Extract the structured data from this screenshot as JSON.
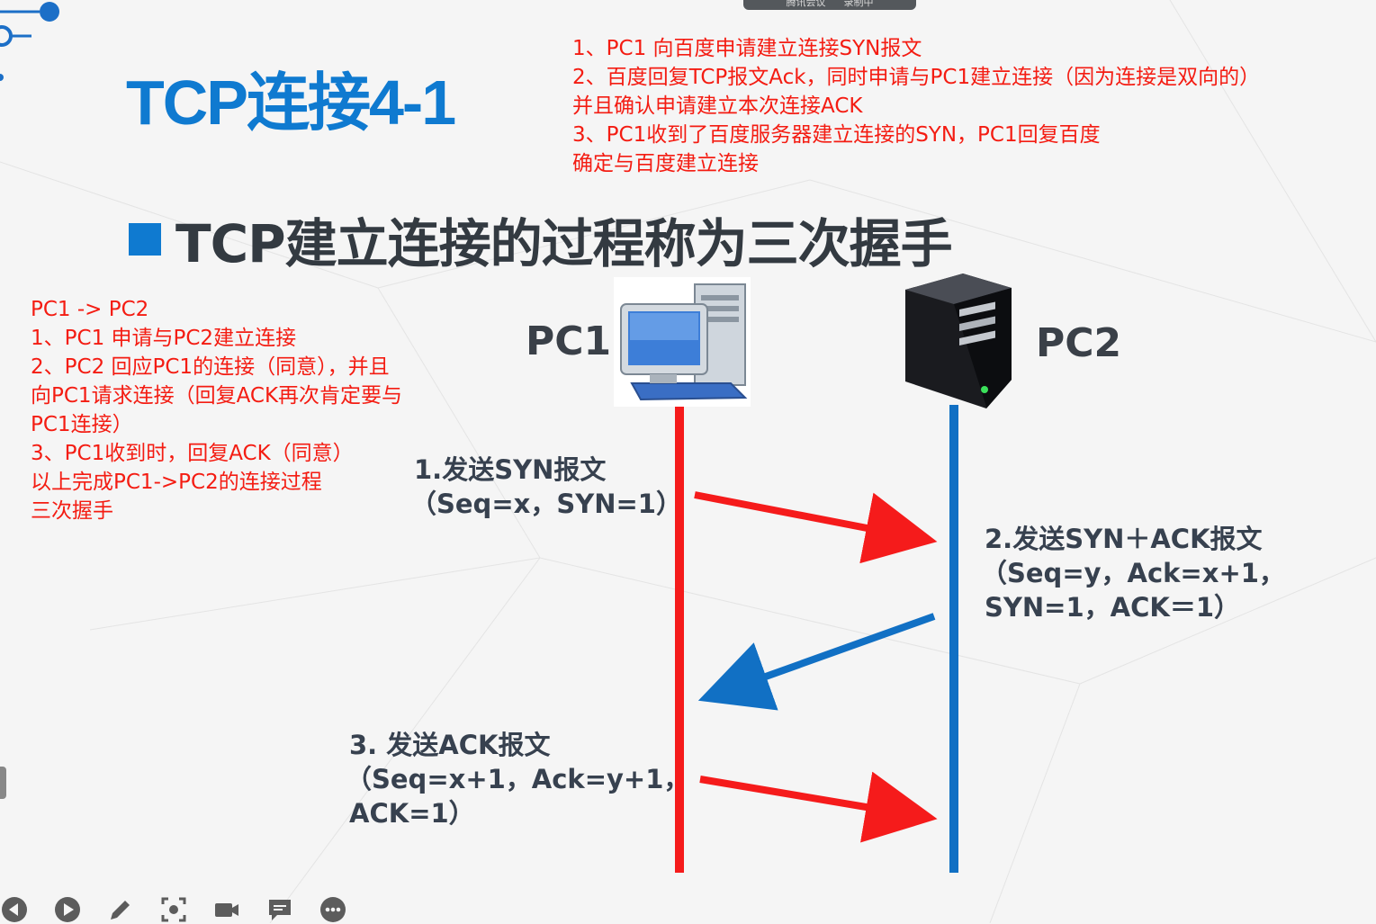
{
  "slide": {
    "title": "TCP连接4-1",
    "bullet": "TCP建立连接的过程称为三次握手"
  },
  "notes_top": [
    "1、PC1 向百度申请建立连接SYN报文",
    "2、百度回复TCP报文Ack，同时申请与PC1建立连接（因为连接是双向的）",
    "并且确认申请建立本次连接ACK",
    "3、PC1收到了百度服务器建立连接的SYN，PC1回复百度",
    "确定与百度建立连接"
  ],
  "notes_left": [
    "PC1 -> PC2",
    "1、PC1 申请与PC2建立连接",
    "2、PC2 回应PC1的连接（同意），并且",
    "向PC1请求连接（回复ACK再次肯定要与",
    "PC1连接）",
    "3、PC1收到时，回复ACK（同意）",
    "以上完成PC1->PC2的连接过程",
    "三次握手"
  ],
  "diagram": {
    "pc1_label": "PC1",
    "pc2_label": "PC2",
    "step1": [
      "1.发送SYN报文",
      "（Seq=x，SYN=1）"
    ],
    "step2": [
      "2.发送SYN＋ACK报文",
      "（Seq=y，Ack=x+1，",
      "SYN=1，ACK＝1）"
    ],
    "step3": [
      "3. 发送ACK报文",
      "（Seq=x+1，Ack=y+1，",
      "ACK=1）"
    ],
    "colors": {
      "pc1_line": "#f51b1b",
      "pc2_line": "#1170c4",
      "title": "#0f7ad0",
      "notes": "#f41c12"
    }
  },
  "toolbar": {
    "icons": [
      "prev-icon",
      "play-icon",
      "pen-icon",
      "screenshot-icon",
      "camera-icon",
      "comment-icon",
      "more-icon"
    ]
  },
  "top_tab": {
    "left": "腾讯会议",
    "right": "录制中"
  }
}
